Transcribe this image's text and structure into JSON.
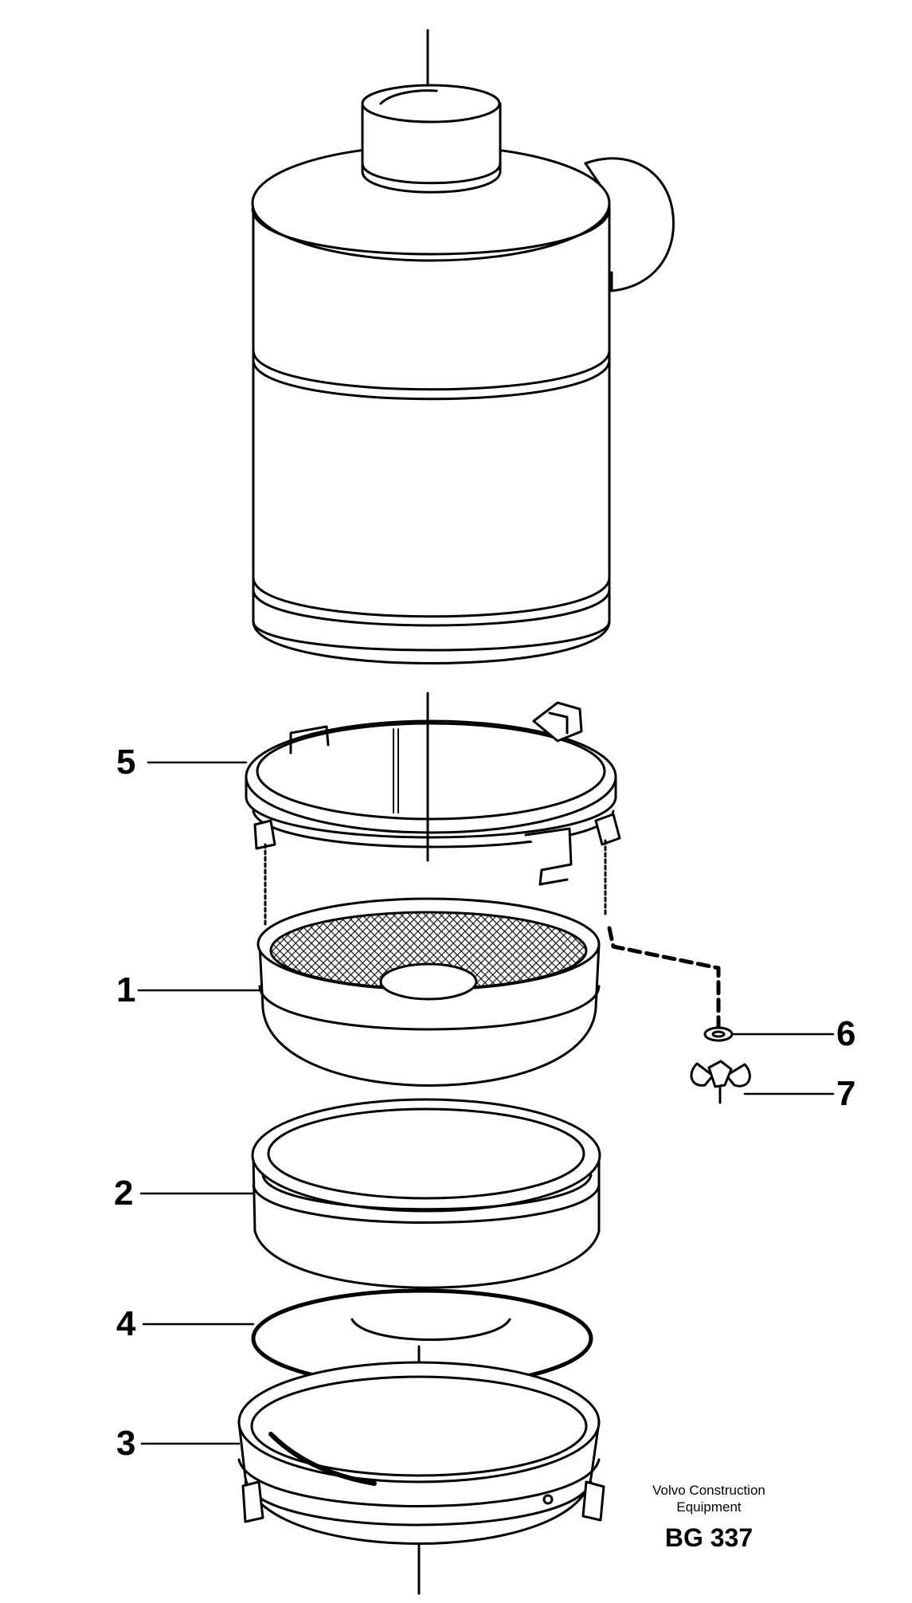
{
  "callouts": [
    {
      "id": "5",
      "text": "5"
    },
    {
      "id": "1",
      "text": "1"
    },
    {
      "id": "2",
      "text": "2"
    },
    {
      "id": "4",
      "text": "4"
    },
    {
      "id": "3",
      "text": "3"
    },
    {
      "id": "6",
      "text": "6"
    },
    {
      "id": "7",
      "text": "7"
    }
  ],
  "credit": {
    "line1": "Volvo Construction",
    "line2": "Equipment"
  },
  "figure_code": "BG 337",
  "colors": {
    "ink": "#000000",
    "paper": "#ffffff",
    "mesh": "#1a1a1a"
  }
}
